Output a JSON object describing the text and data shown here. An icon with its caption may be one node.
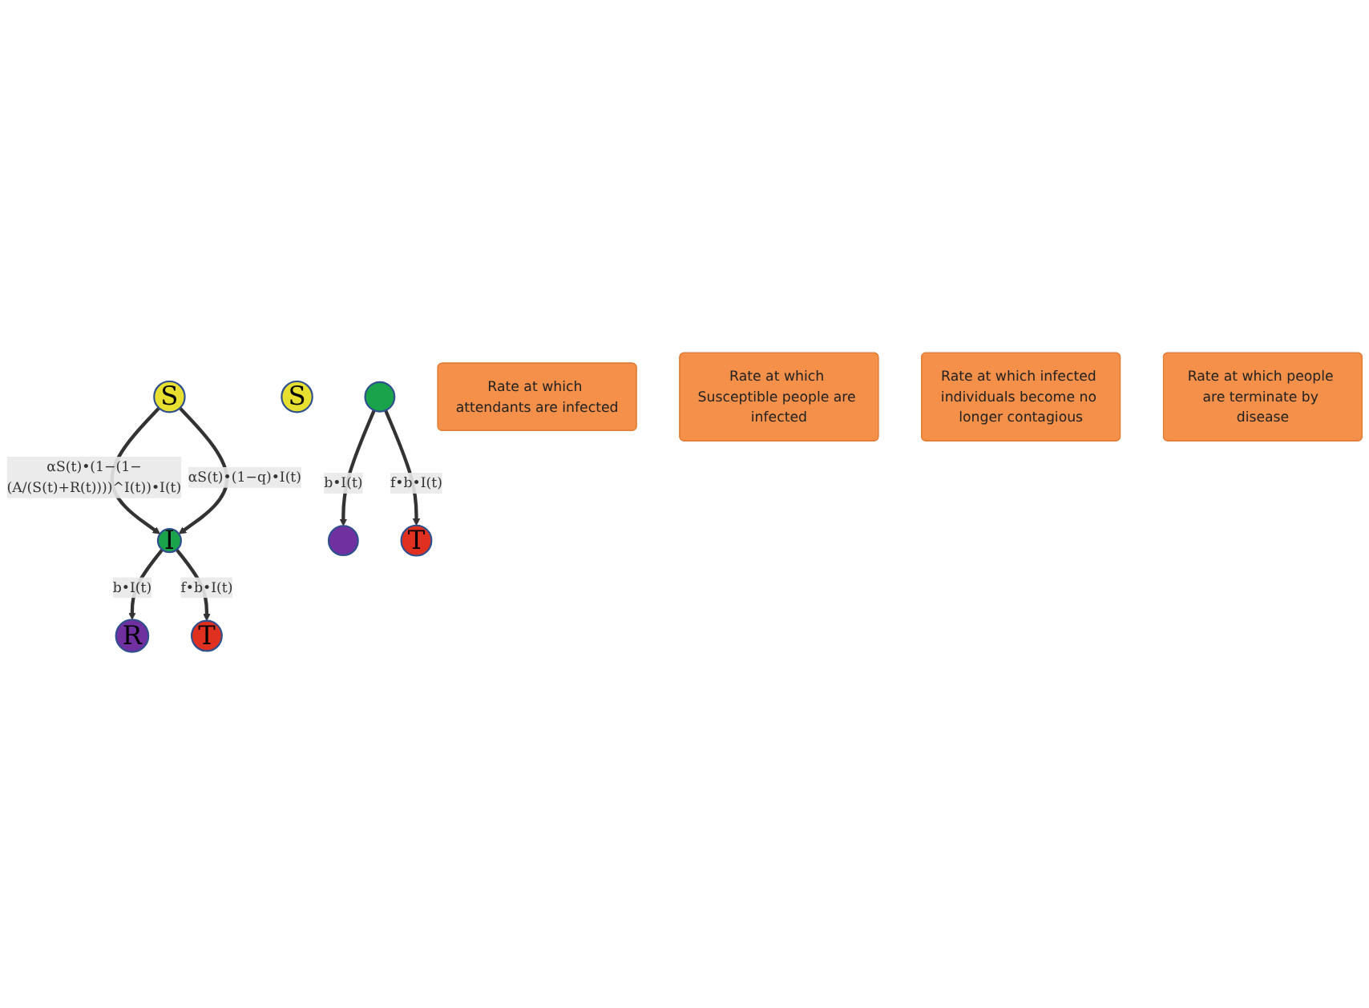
{
  "diagram": {
    "nodes": [
      {
        "text": [
          "S"
        ]
      },
      {
        "text": [
          "I"
        ]
      },
      {
        "text": [
          "R"
        ]
      },
      {
        "text": [
          "T"
        ]
      },
      {
        "text": [
          "S"
        ]
      },
      {
        "text": [],
        "shape": "circle"
      },
      {
        "text": [],
        "shape": "circle"
      },
      {
        "text": [
          "T"
        ]
      },
      {
        "text": [
          "Rate at which attendants are infected"
        ]
      },
      {
        "text": [
          "Rate at which Susceptible people are infected"
        ]
      },
      {
        "text": [
          "Rate at which infected individuals become no longer contagious"
        ]
      },
      {
        "text": [
          "Rate at which people are terminate by disease"
        ]
      }
    ],
    "edges": [
      {
        "from": 0,
        "to": 1,
        "arrow": "to",
        "label": "αS(t)•(1−(1−(A/(S(t)+R(t))))^I(t))•I(t)"
      },
      {
        "from": 0,
        "to": 1,
        "arrow": "to",
        "label": "αS(t)•(1−q)•I(t)"
      },
      {
        "from": 1,
        "to": 2,
        "arrow": "to",
        "label": "b•I(t)"
      },
      {
        "from": 1,
        "to": 3,
        "arrow": "to",
        "label": "f•b•I(t)"
      },
      {
        "from": 5,
        "to": 6,
        "arrow": "to",
        "label": "b•I(t)"
      },
      {
        "from": 5,
        "to": 7,
        "arrow": "to",
        "label": "f•b•I(t)"
      }
    ]
  }
}
